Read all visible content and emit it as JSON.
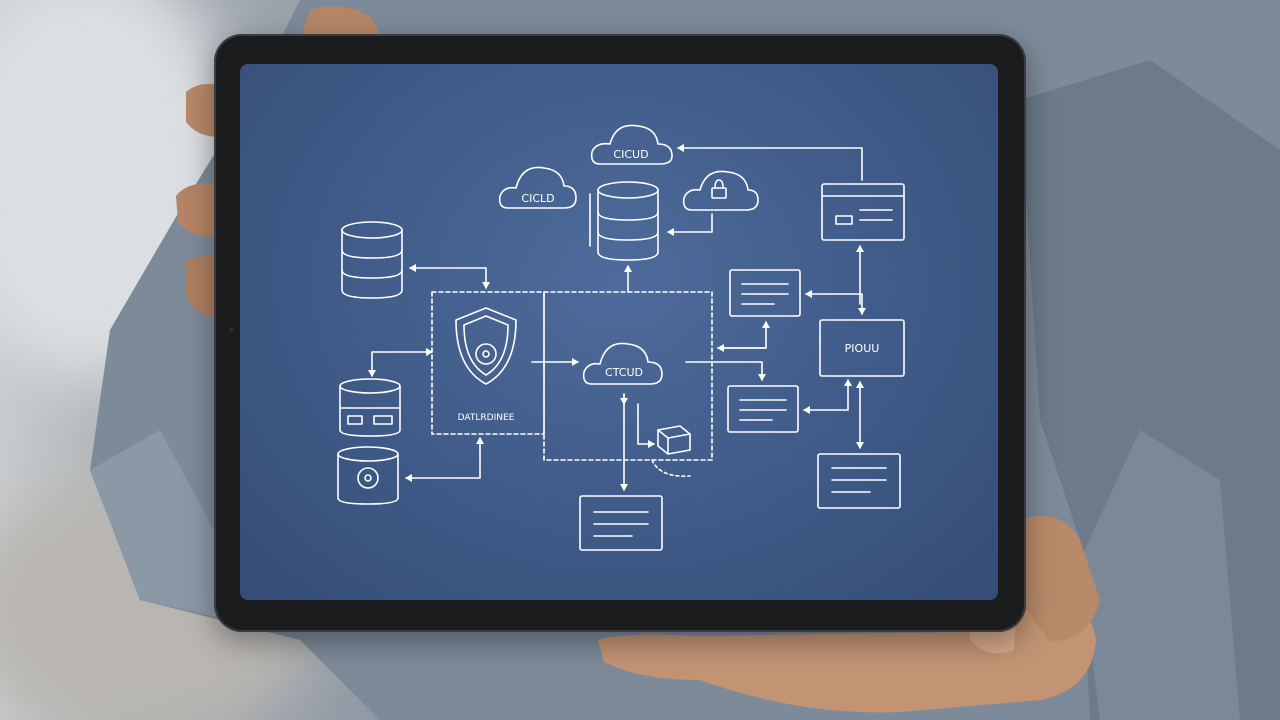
{
  "diagram": {
    "cloud_labels": [
      "CICUD",
      "CICLD",
      "CTCUD"
    ],
    "box_label": "PIOUU",
    "zone_label": "DATLRDINEE",
    "lock_icon": "lock-icon",
    "shield_icon": "shield-lock-icon"
  },
  "colors": {
    "screen": "#3f5a87",
    "line": "#ffffff",
    "bezel": "#1b1c1e"
  }
}
